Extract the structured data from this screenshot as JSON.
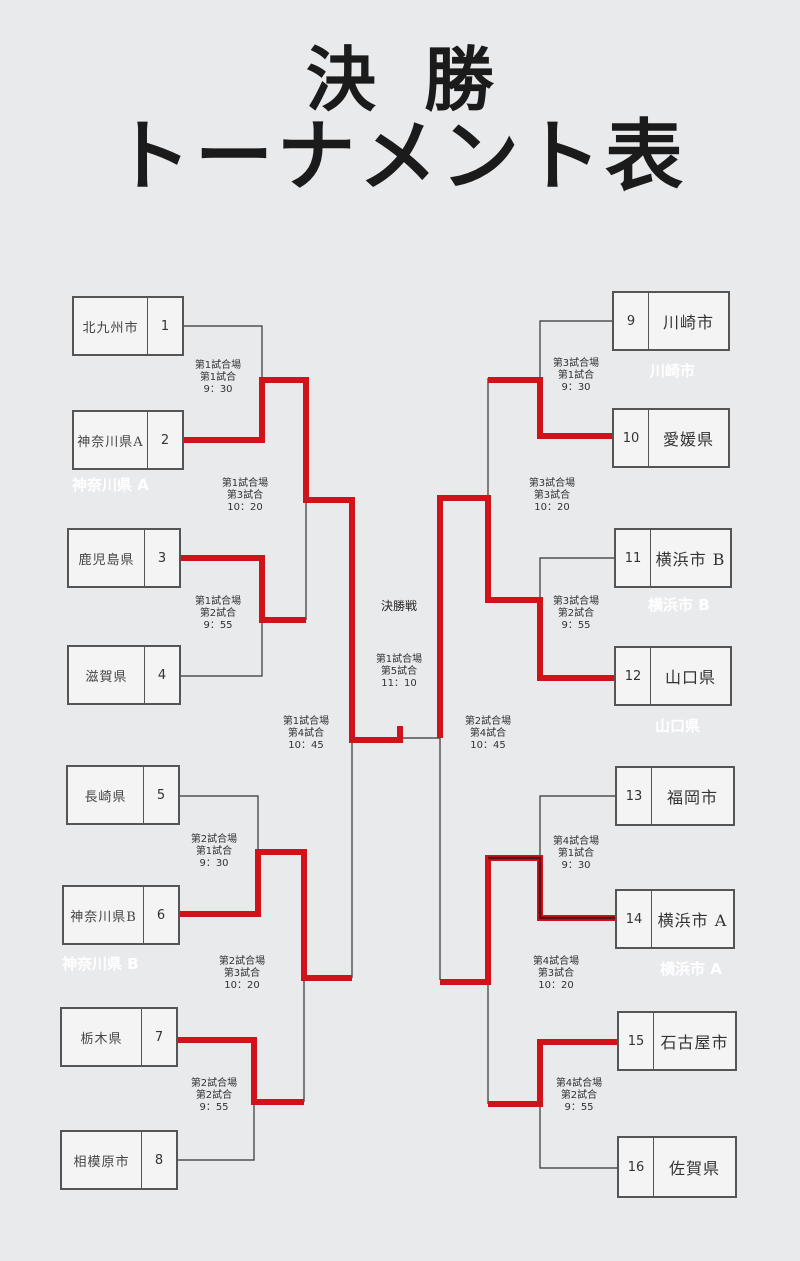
{
  "title": {
    "line1": "決勝",
    "line2": "トーナメント表"
  },
  "colors": {
    "background": "#e9eaec",
    "bracket_line": "#333333",
    "winner_line": "#d0121b",
    "label": "#ffffff"
  },
  "teams": [
    {
      "seed": "1",
      "name": "北九州市"
    },
    {
      "seed": "2",
      "name": "神奈川県A"
    },
    {
      "seed": "3",
      "name": "鹿児島県"
    },
    {
      "seed": "4",
      "name": "滋賀県"
    },
    {
      "seed": "5",
      "name": "長崎県"
    },
    {
      "seed": "6",
      "name": "神奈川県B"
    },
    {
      "seed": "7",
      "name": "栃木県"
    },
    {
      "seed": "8",
      "name": "相模原市"
    },
    {
      "seed": "9",
      "name": "川崎市"
    },
    {
      "seed": "10",
      "name": "愛媛県"
    },
    {
      "seed": "11",
      "name": "横浜市 B"
    },
    {
      "seed": "12",
      "name": "山口県"
    },
    {
      "seed": "13",
      "name": "福岡市"
    },
    {
      "seed": "14",
      "name": "横浜市 A"
    },
    {
      "seed": "15",
      "name": "石古屋市"
    },
    {
      "seed": "16",
      "name": "佐賀県"
    }
  ],
  "labels": {
    "kanagawa_a": "神奈川県 A",
    "kanagawa_b": "神奈川県 B",
    "kawasaki": "川崎市",
    "yokohama_b": "横浜市 B",
    "yamaguchi": "山口県",
    "yokohama_a": "横浜市 A"
  },
  "matches": {
    "m1": [
      "第1試合場",
      "第1試合",
      "9：30"
    ],
    "m2": [
      "第1試合場",
      "第3試合",
      "10：20"
    ],
    "m3": [
      "第1試合場",
      "第2試合",
      "9：55"
    ],
    "m4": [
      "第1試合場",
      "第4試合",
      "10：45"
    ],
    "m5": [
      "第2試合場",
      "第1試合",
      "9：30"
    ],
    "m6": [
      "第2試合場",
      "第3試合",
      "10：20"
    ],
    "m7": [
      "第2試合場",
      "第2試合",
      "9：55"
    ],
    "m8": [
      "第2試合場",
      "第4試合",
      "10：45"
    ],
    "m9": [
      "第3試合場",
      "第1試合",
      "9：30"
    ],
    "m10": [
      "第3試合場",
      "第3試合",
      "10：20"
    ],
    "m11": [
      "第3試合場",
      "第2試合",
      "9：55"
    ],
    "m13": [
      "第4試合場",
      "第1試合",
      "9：30"
    ],
    "m14": [
      "第4試合場",
      "第3試合",
      "10：20"
    ],
    "m15": [
      "第4試合場",
      "第2試合",
      "9：55"
    ]
  },
  "final": {
    "label": "決勝戦",
    "venue": "第1試合場",
    "game": "第5試合",
    "time": "11：10"
  }
}
